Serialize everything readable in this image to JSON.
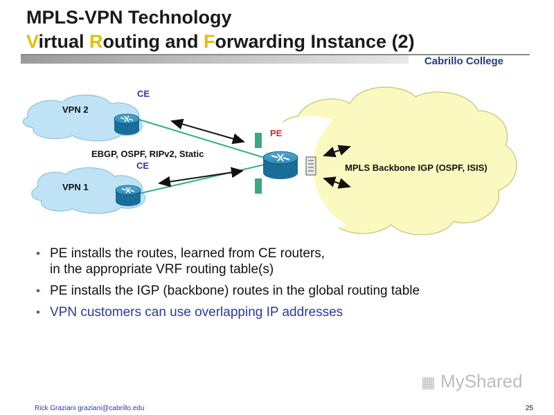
{
  "title": {
    "line1": "MPLS-VPN Technology",
    "line2": "Virtual Routing and Forwarding Instance (2)"
  },
  "college": "Cabrillo College",
  "diagram": {
    "ce_top": "CE",
    "ce_bottom": "CE",
    "pe": "PE",
    "vpn2": "VPN 2",
    "vpn1": "VPN 1",
    "protocols": "EBGP, OSPF, RIPv2, Static",
    "backbone": "MPLS Backbone IGP (OSPF, ISIS)"
  },
  "bullets": [
    {
      "line1": "PE installs the routes, learned from CE routers,",
      "line2": "in the appropriate VRF routing table(s)"
    },
    {
      "line1": "PE installs the IGP (backbone) routes in the global routing table",
      "line2": ""
    },
    {
      "line1": "VPN customers can use overlapping IP addresses",
      "line2": ""
    }
  ],
  "footer": {
    "author": "Rick Graziani  graziani@cabrillo.edu",
    "page": "25"
  },
  "watermark": "MyShared",
  "colors": {
    "title": "#1a1a1a",
    "title_highlight": "#e0c000",
    "college": "#1f3a8c",
    "ce_label": "#2a3aa0",
    "pe_label": "#c03030",
    "cloud_vpn": "#bfe3f5",
    "cloud_backbone": "#fafac0",
    "router": "#1a78a8",
    "link": "#2fb08a",
    "bullet_highlight": "#2a3aa0"
  }
}
